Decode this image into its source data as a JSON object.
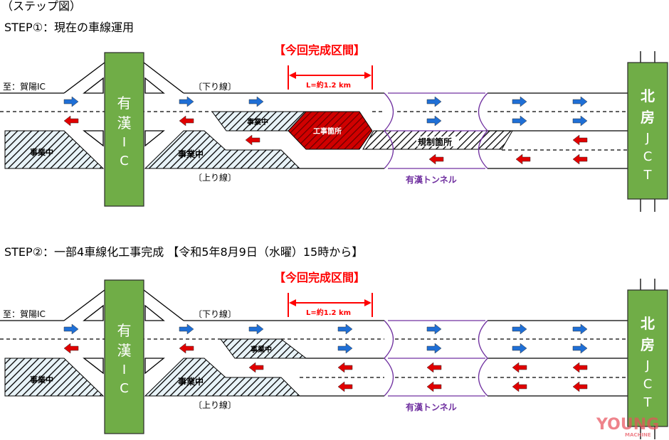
{
  "header": {
    "title": "（ステップ図）"
  },
  "colors": {
    "ic_green": "#70ad47",
    "flow_blue": "#1f6fd6",
    "flow_red": "#e00000",
    "tunnel_purple": "#7030a0",
    "section_red": "#ff0000",
    "construction_red": "#c00000"
  },
  "steps": [
    {
      "title": "STEP①：現在の車線運用",
      "section_label": "【今回完成区間】",
      "length_label": "L=約1.2 km",
      "to_label": "至：賀陽IC",
      "down_line": "〔下り線〕",
      "up_line": "〔上り線〕",
      "ic_label": [
        "有",
        "漢",
        "I",
        "C"
      ],
      "jct_label": [
        "北",
        "房",
        "J",
        "C",
        "T"
      ],
      "tunnel_label": "有漢トンネル",
      "under_construction": "事業中",
      "work_site": "工事箇所",
      "restriction": "規制箇所"
    },
    {
      "title": "STEP②：一部4車線化工事完成 【令和5年8月9日（水曜）15時から】",
      "section_label": "【今回完成区間】",
      "length_label": "L=約1.2 km",
      "to_label": "至：賀陽IC",
      "down_line": "〔下り線〕",
      "up_line": "〔上り線〕",
      "ic_label": [
        "有",
        "漢",
        "I",
        "C"
      ],
      "jct_label": [
        "北",
        "房",
        "J",
        "C",
        "T"
      ],
      "tunnel_label": "有漢トンネル",
      "under_construction": "事業中"
    }
  ],
  "watermark": {
    "text": "YOUNG",
    "sub": "MACHINE"
  }
}
